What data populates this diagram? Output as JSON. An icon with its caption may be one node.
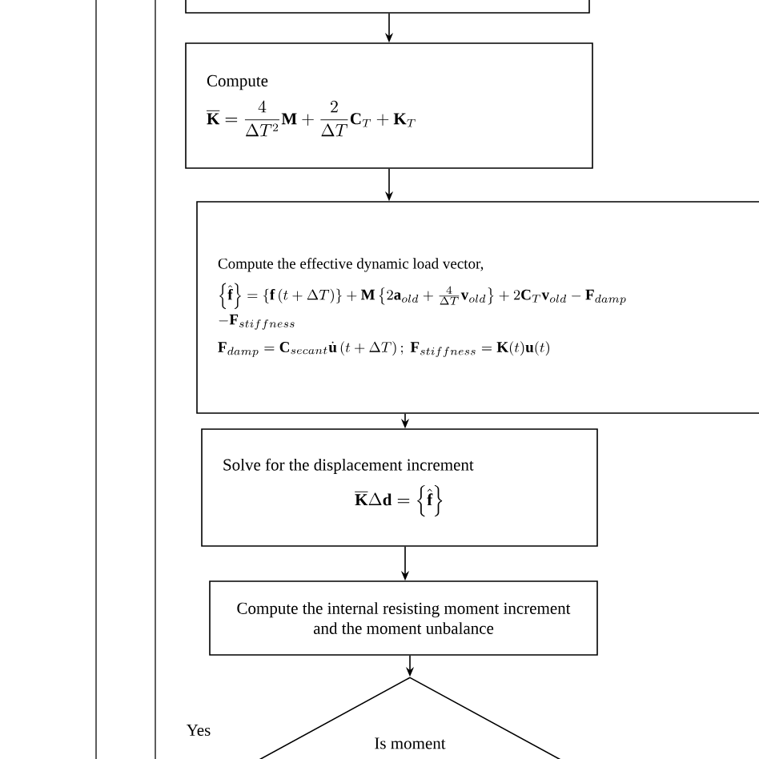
{
  "diagram": {
    "nodes": [
      {
        "text": [],
        "shape": "box"
      },
      {
        "text": [
          "Compute",
          "\\overline{\\mathbf{K}}=\\frac{4}{\\Delta T^{2}}\\mathbf{M}+\\frac{2}{\\Delta T}\\mathbf{C}_{T}+\\mathbf{K}_{T}"
        ]
      },
      {
        "text": [
          "Compute the effective dynamic load vector,",
          "\\begin{array}{@{}l@{}}\\left\\{\\hat{\\mathbf{f}}\\right\\}=\\left\\{\\mathbf{f}\\left(t+\\Delta T\\right)\\right\\}+\\mathbf{M}\\left\\{2\\mathbf{a}_{old}+\\frac{4}{\\Delta T}\\mathbf{v}_{old}\\right\\}+2\\mathbf{C}_{T}\\mathbf{v}_{old}-\\mathbf{F}_{damp}\\\\[4pt] -\\mathbf{F}_{stiffness}\\end{array}",
          "\\mathbf{F}_{damp}=\\mathbf{C}_{secant}\\dot{\\mathbf{u}}\\left(t+\\Delta T\\right);\\ \\mathbf{F}_{stiffness}=\\mathbf{K}(t)\\mathbf{u}(t)"
        ]
      },
      {
        "text": [
          "Solve for the displacement increment",
          "\\overline{\\mathbf{K}}\\Delta\\mathbf{d}=\\left\\{\\hat{\\mathbf{f}}\\right\\}"
        ]
      },
      {
        "text": [
          "Compute the internal resisting moment increment and the moment unbalance"
        ]
      },
      {
        "text": [
          "Is moment"
        ]
      }
    ],
    "edges": [
      {
        "from": 0,
        "to": 1,
        "arrow": "to"
      },
      {
        "from": 1,
        "to": 2,
        "arrow": "to"
      },
      {
        "from": 2,
        "to": 3,
        "arrow": "to"
      },
      {
        "from": 3,
        "to": 4,
        "arrow": "to"
      },
      {
        "from": 4,
        "to": 5,
        "arrow": "to"
      }
    ],
    "labels": [
      "Yes"
    ]
  }
}
